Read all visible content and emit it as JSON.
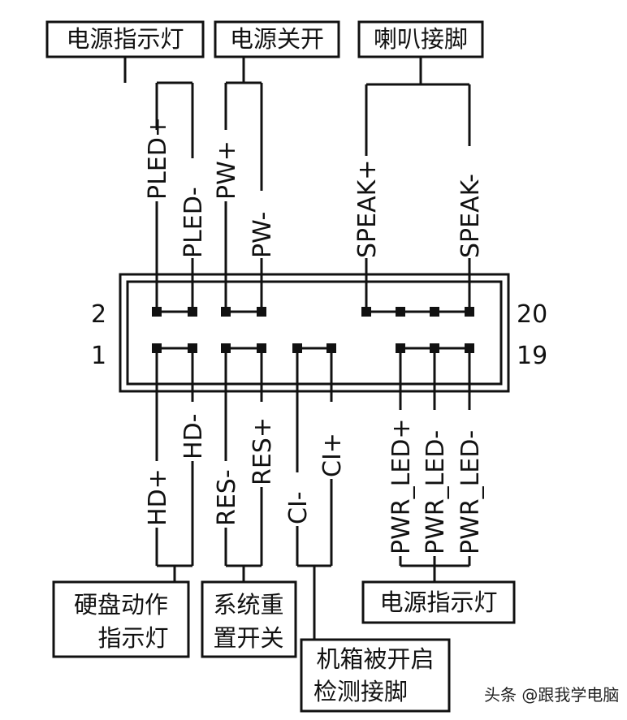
{
  "boxes": {
    "power_led_top": "电源指示灯",
    "power_switch": "电源关开",
    "speaker": "喇叭接脚",
    "hdd_led_line1": "硬盘动作",
    "hdd_led_line2": "指示灯",
    "reset_line1": "系统重",
    "reset_line2": "置开关",
    "chassis_line1": "机箱被开启",
    "chassis_line2": "检测接脚",
    "power_led_bottom": "电源指示灯"
  },
  "top_pins": {
    "pled_plus": "PLED+",
    "pled_minus": "PLED-",
    "pw_plus": "PW+",
    "pw_minus": "PW-",
    "speak_plus": "SPEAK+",
    "speak_minus": "SPEAK-"
  },
  "bottom_pins": {
    "hd_plus": "HD+",
    "hd_minus": "HD-",
    "res_minus": "RES-",
    "res_plus": "RES+",
    "ci_minus": "CI-",
    "ci_plus": "CI+",
    "pwr_led_plus": "PWR_LED+",
    "pwr_led_minus_1": "PWR_LED-",
    "pwr_led_minus_2": "PWR_LED-"
  },
  "pin_numbers": {
    "top_left": "2",
    "bottom_left": "1",
    "top_right": "20",
    "bottom_right": "19"
  },
  "watermark": "头条 @跟我学电脑"
}
